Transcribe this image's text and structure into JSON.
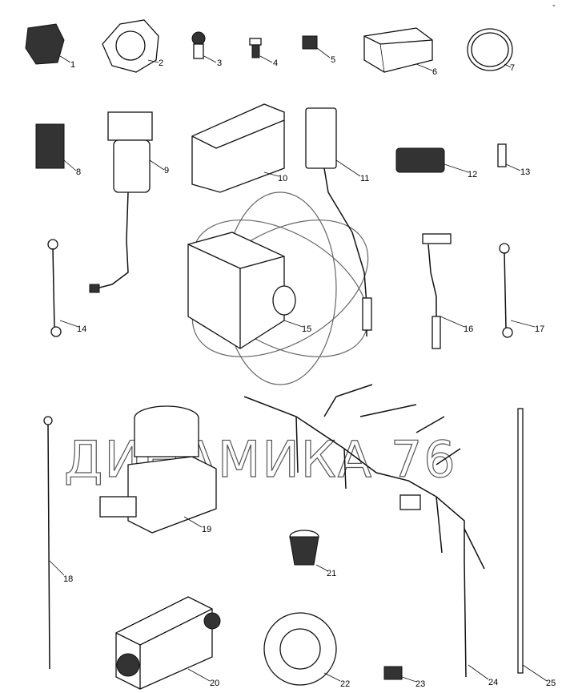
{
  "watermark": "ДИНАМИКА 76",
  "corner_mark": "-",
  "parts": [
    {
      "label": "1"
    },
    {
      "label": "2"
    },
    {
      "label": "3"
    },
    {
      "label": "4"
    },
    {
      "label": "5"
    },
    {
      "label": "6"
    },
    {
      "label": "7"
    },
    {
      "label": "8"
    },
    {
      "label": "9"
    },
    {
      "label": "10"
    },
    {
      "label": "11"
    },
    {
      "label": "12"
    },
    {
      "label": "13"
    },
    {
      "label": "14"
    },
    {
      "label": "15"
    },
    {
      "label": "16"
    },
    {
      "label": "17"
    },
    {
      "label": "18"
    },
    {
      "label": "19"
    },
    {
      "label": "20"
    },
    {
      "label": "21"
    },
    {
      "label": "22"
    },
    {
      "label": "23"
    },
    {
      "label": "24"
    },
    {
      "label": "25"
    }
  ]
}
